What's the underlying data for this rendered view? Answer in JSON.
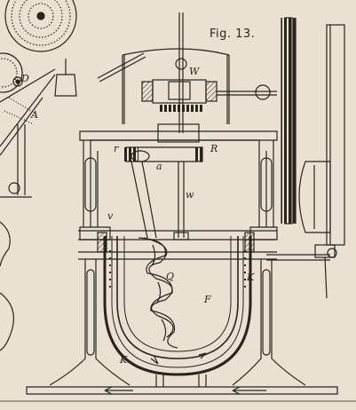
{
  "figure": {
    "title": "Fig. 13."
  },
  "labels": {
    "A": "A",
    "D": "D",
    "W": "W",
    "r": "r",
    "R": "R",
    "a": "a",
    "w": "w",
    "v": "v",
    "Q": "Q",
    "F": "F",
    "K_right": "K",
    "K_bottom": "K"
  },
  "colors": {
    "paper": "#e9e1d1",
    "ink": "#2a241d"
  }
}
